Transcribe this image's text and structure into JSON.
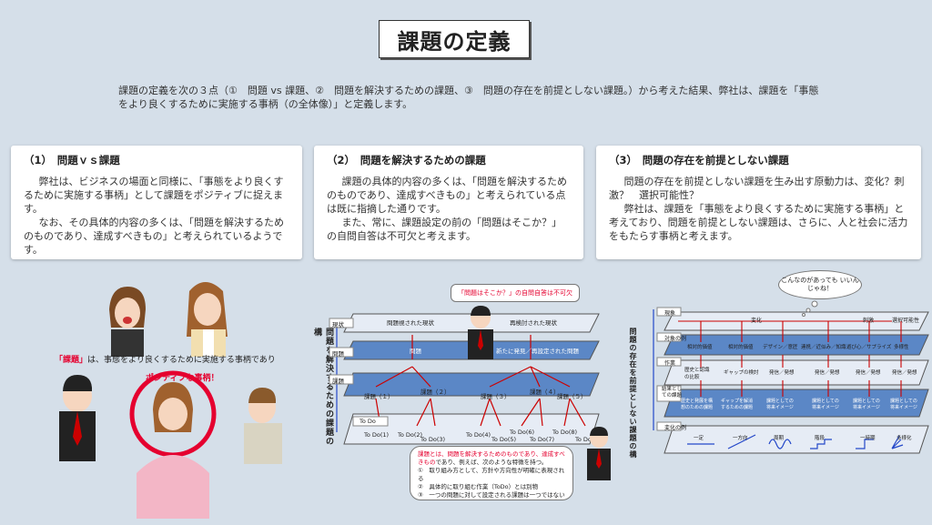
{
  "title": "課題の定義",
  "intro": "課題の定義を次の３点（①　問題 vs 課題、②　問題を解決するための課題、③　問題の存在を前提としない課題。）から考えた結果、弊社は、課題を「事態をより良くするために実施する事柄（の全体像）」と定義します。",
  "cards": [
    {
      "heading": "（1）　問題ｖｓ課題",
      "p1": "弊社は、ビジネスの場面と同様に、「事態をより良くするために実施する事柄」として課題をポジティブに捉えます。",
      "p2": "なお、その具体的内容の多くは、「問題を解決するためのものであり、達成すべきもの」と考えられているようです。"
    },
    {
      "heading": "（2）　問題を解決するための課題",
      "p1": "課題の具体的内容の多くは、「問題を解決するためのものであり、達成すべきもの」と考えられている点は既に指摘した通りです。",
      "p2": "また、常に、課題設定の前の「問題はそこか？」の自問自答は不可欠と考えます。"
    },
    {
      "heading": "（3）　問題の存在を前提としない課題",
      "p1": "問題の存在を前提としない課題を生み出す原動力は、変化？刺激？　選択可能性？",
      "p2": "弊社は、課題を「事態をより良くするために実施する事柄」と考えており、問題を前提としない課題は、さらに、人と社会に活力をもたらす事柄と考えます。"
    }
  ],
  "illus1": {
    "callout_red": "「課題」",
    "callout_rest": "は、事態をより良くするために実施する事柄であり",
    "positive": "ポジティブな事柄！"
  },
  "illus2": {
    "vertical_title": "問題を解決するための課題の構",
    "speech": "「問題はそこか？」の自問自答は不可欠",
    "rows": [
      "現状",
      "問題",
      "課題",
      "To Do"
    ],
    "labels": {
      "current1": "問題視された現状",
      "current2": "再検討された現状",
      "problem1": "問題",
      "problem2": "新たに発見／再設定された問題",
      "kadai": [
        "課題（１）",
        "課題（２）",
        "課題（３）",
        "課題（４）",
        "課題（５）"
      ],
      "todo": [
        "To Do(1)",
        "To Do(2)",
        "To Do(3)",
        "To Do(4)",
        "To Do(5)",
        "To Do(6)",
        "To Do(7)",
        "To Do(8)",
        "To Do(9)"
      ]
    },
    "note_red": "課題とは、問題を解決するためのものであり、達成すべきもの",
    "note_rest": "であり、例えば、次のような特徴を持つ。",
    "note_items": [
      "①　取り組み方として、方針や方向性が明確に表現される",
      "②　具体的に取り組む作業（ToDo）とは別物",
      "③　一つの問題に対して設定される課題は一つではない"
    ]
  },
  "illus3": {
    "vertical_title": "問題の存在を前提としない課題の構",
    "thought": "こんなのがあっても いいんじゃね！",
    "rows": [
      "現象",
      "対象の例",
      "作業",
      "結果としての課題",
      "変化の例"
    ],
    "top": [
      "変化",
      "刺激",
      "選択可能性"
    ],
    "examples": [
      "相対的価値",
      "相対的価値",
      "デザイン／意匠",
      "連携／近似み／知識",
      "遊び心／サプライズ",
      "多様性"
    ],
    "work": [
      "歴史と認識の比較",
      "ギャップの検討",
      "発信／発想",
      "発信／発想",
      "発信／発想",
      "発信／発想"
    ],
    "results": [
      "歴史と発展を構想のための課題",
      "ギャップを解消するための課題",
      "課題としての将来イメージ",
      "課題としての将来イメージ",
      "課題としての将来イメージ",
      "課題としての将来イメージ"
    ],
    "changes": [
      "一定",
      "一方向",
      "周期",
      "階段",
      "一時期",
      "多様化"
    ]
  },
  "colors": {
    "accent_red": "#e5002f",
    "band_blue": "#5b87c6",
    "bg": "#d5dfe9"
  }
}
